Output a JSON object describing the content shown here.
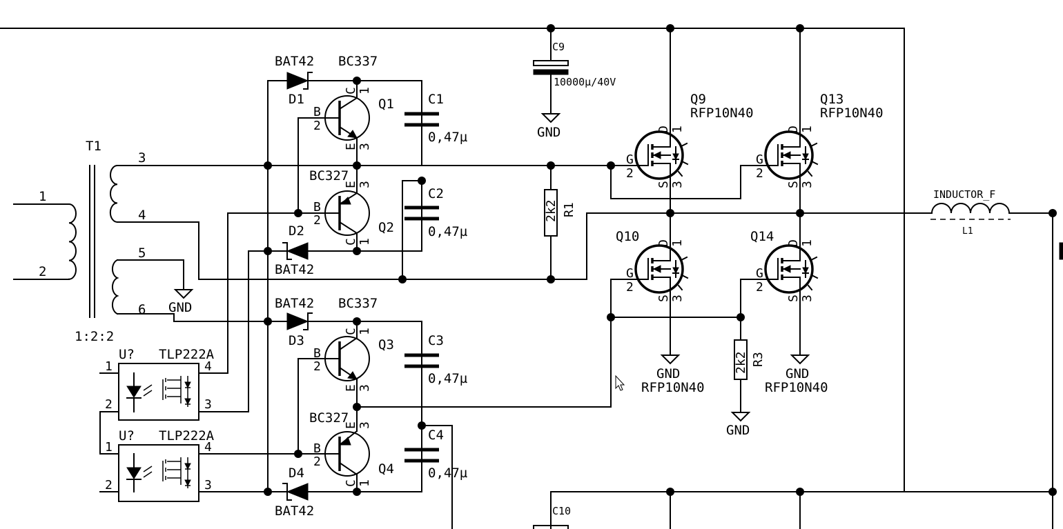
{
  "labels": {
    "t1": "T1",
    "t1_ratio": "1:2:2",
    "t1_pin1": "1",
    "t1_pin2": "2",
    "t1_pin3": "3",
    "t1_pin4": "4",
    "t1_pin5": "5",
    "t1_pin6": "6",
    "gnd": "GND",
    "d1": "D1",
    "d2": "D2",
    "d3": "D3",
    "d4": "D4",
    "bat42": "BAT42",
    "bc337": "BC337",
    "bc327": "BC327",
    "q1": "Q1",
    "q2": "Q2",
    "q3": "Q3",
    "q4": "Q4",
    "c1": "C1",
    "c2": "C2",
    "c3": "C3",
    "c4": "C4",
    "cap_value": "0,47µ",
    "c9": "C9",
    "c9_value": "10000µ/40V",
    "c10": "C10",
    "r1": "R1",
    "r3": "R3",
    "res_value": "2k2",
    "q9": "Q9",
    "q13": "Q13",
    "q10": "Q10",
    "q14": "Q14",
    "rfp": "RFP10N40",
    "u": "U?",
    "tlp": "TLP222A",
    "inductor": "INDUCTOR_F",
    "l1": "L1",
    "pin_b": "B",
    "pin_c": "C",
    "pin_e": "E",
    "pin_g": "G",
    "pin_d": "D",
    "pin_s": "S",
    "num1": "1",
    "num2": "2",
    "num3": "3",
    "num4": "4"
  }
}
